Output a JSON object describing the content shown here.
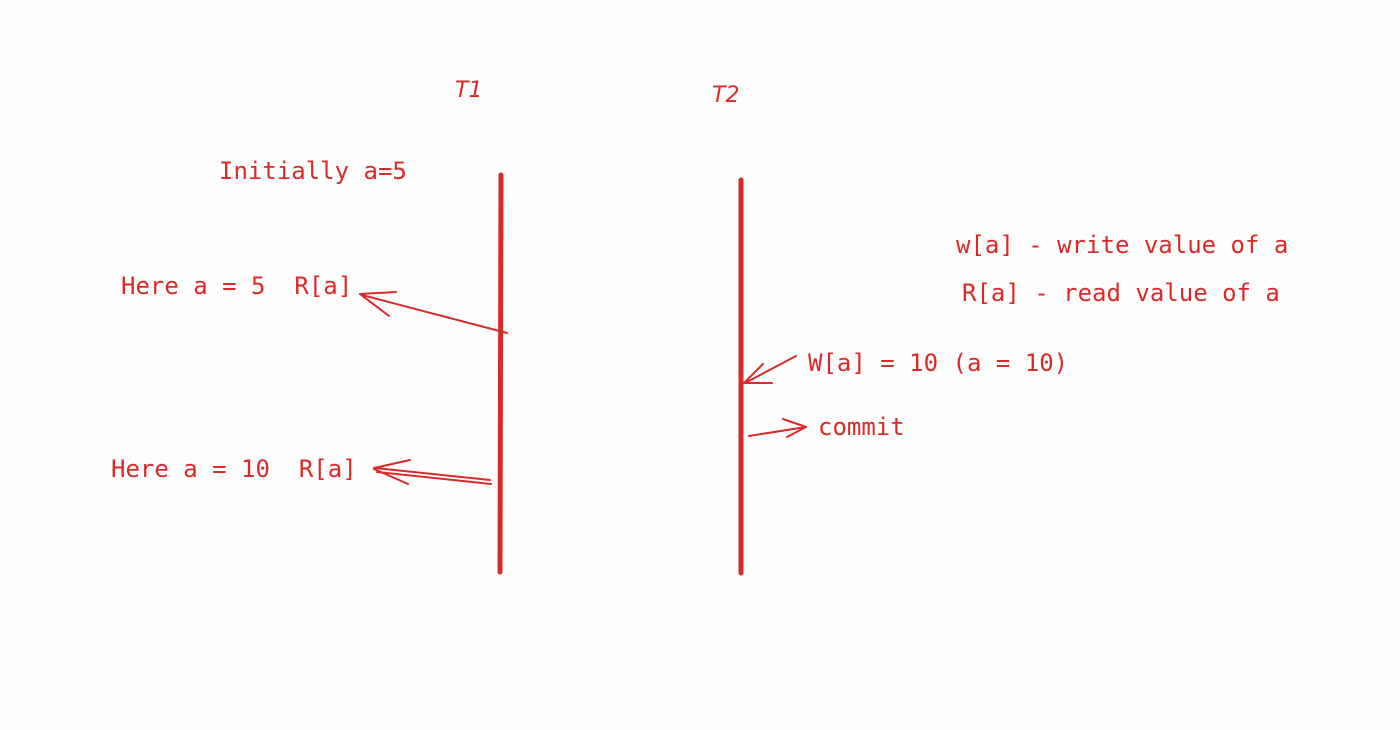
{
  "colors": {
    "ink": "#d92a2a",
    "background": "#fdfdfd"
  },
  "transactions": {
    "t1_label": "T1",
    "t2_label": "T2"
  },
  "notes": {
    "initial": "Initially a=5",
    "t1_read_first": "Here a = 5  R[a]",
    "t1_read_second": "Here a = 10  R[a]",
    "t2_write": "W[a] = 10 (a = 10)",
    "t2_commit": "commit"
  },
  "legend": {
    "write": "w[a] - write value of a",
    "read": "R[a] - read value of a"
  }
}
